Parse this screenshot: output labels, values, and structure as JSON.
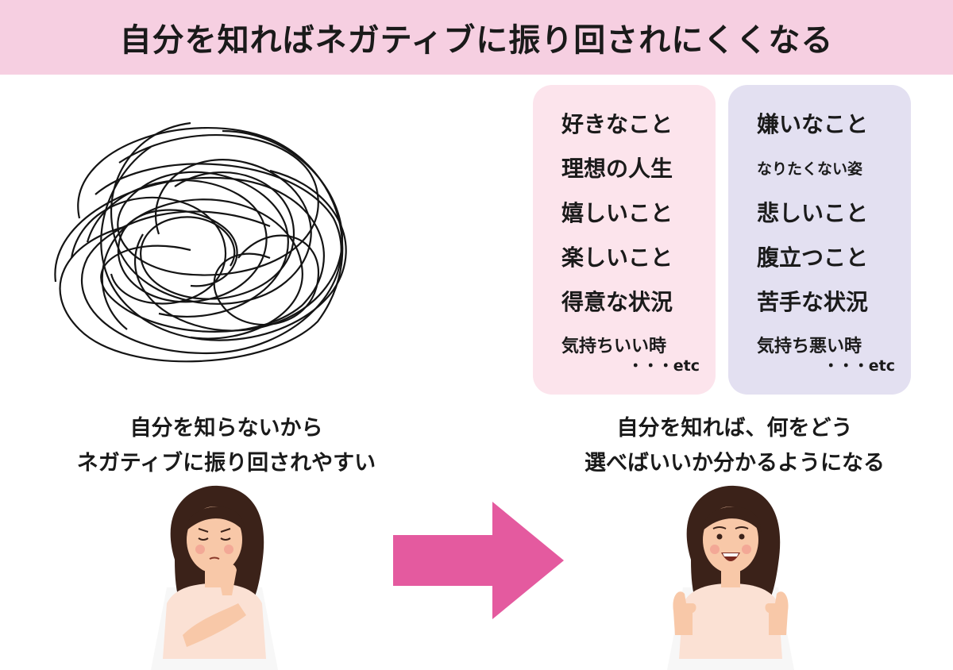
{
  "header": {
    "title": "自分を知ればネガティブに振り回されにくくなる"
  },
  "likes_card": {
    "items": [
      "好きなこと",
      "理想の人生",
      "嬉しいこと",
      "楽しいこと",
      "得意な状況",
      "気持ちいい時"
    ],
    "etc": "・・・etc",
    "background": "#fce4ec"
  },
  "dislikes_card": {
    "items": [
      "嫌いなこと",
      "なりたくない姿",
      "悲しいこと",
      "腹立つこと",
      "苦手な状況",
      "気持ち悪い時"
    ],
    "etc": "・・・etc",
    "background": "#e3e0f1"
  },
  "captions": {
    "left": [
      "自分を知らないから",
      "ネガティブに振り回されやすい"
    ],
    "right": [
      "自分を知れば、何をどう",
      "選べばいいか分かるようになる"
    ]
  },
  "colors": {
    "banner": "#f6cfe1",
    "arrow": "#e45a9f",
    "skin": "#f8c8a8",
    "hair": "#3b2219",
    "shirt": "#fbe1d4"
  }
}
